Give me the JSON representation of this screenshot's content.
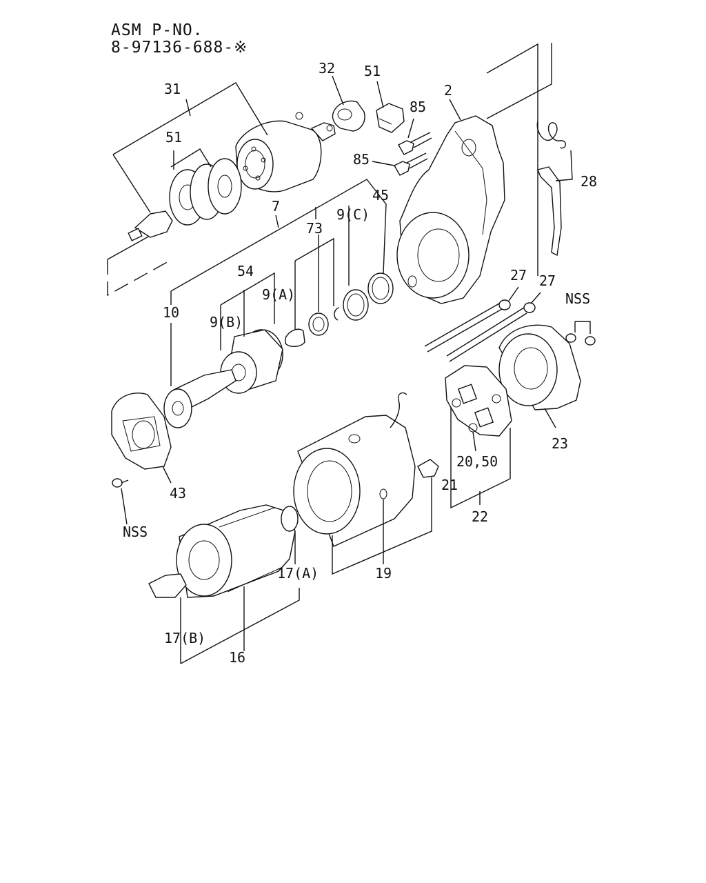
{
  "header": {
    "line1": "ASM P-NO.",
    "line2": "8-97136-688-※"
  },
  "callouts": {
    "c31": "31",
    "c32": "32",
    "c51a": "51",
    "c51b": "51",
    "c85a": "85",
    "c85b": "85",
    "c2": "2",
    "c28": "28",
    "c7": "7",
    "c73": "73",
    "c9c": "9(C)",
    "c45": "45",
    "c54": "54",
    "c9a": "9(A)",
    "c9b": "9(B)",
    "c10": "10",
    "c27a": "27",
    "c27b": "27",
    "cnss1": "NSS",
    "cnss2": "NSS",
    "c43": "43",
    "c23": "23",
    "c2050": "20,50",
    "c21": "21",
    "c22": "22",
    "c19": "19",
    "c17a": "17(A)",
    "c17b": "17(B)",
    "c16": "16"
  }
}
